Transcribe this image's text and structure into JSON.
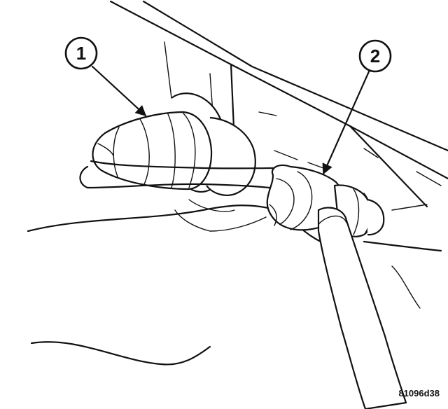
{
  "callouts": [
    {
      "label": "1"
    },
    {
      "label": "2"
    }
  ],
  "figure_code": "81096d38"
}
